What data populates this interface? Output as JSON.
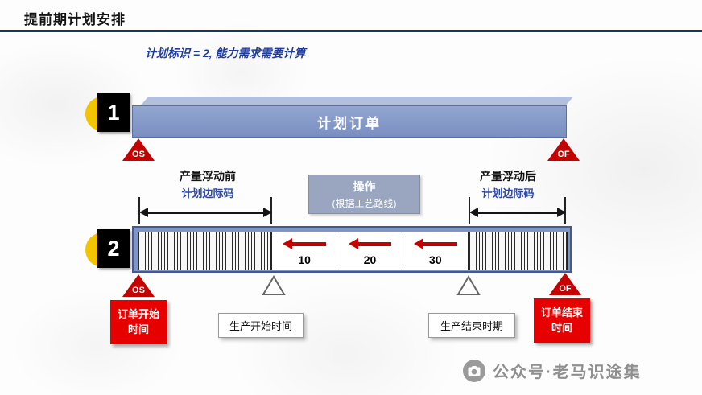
{
  "header": {
    "title": "提前期计划安排"
  },
  "subtitle": {
    "text": "计划标识 = 2, 能力需求需要计算"
  },
  "step1": {
    "number": "1",
    "bar_label": "计划订单",
    "os": "OS",
    "of": "OF"
  },
  "annotations": {
    "left_title": "产量浮动前",
    "left_subtitle": "计划边际码",
    "operation_line1": "操作",
    "operation_line2": "(根据工艺路线)",
    "right_title": "产量浮动后",
    "right_subtitle": "计划边际码"
  },
  "step2": {
    "number": "2",
    "cells": [
      "10",
      "20",
      "30"
    ],
    "os": "OS",
    "of": "OF"
  },
  "bottom_labels": {
    "order_start": "订单开始时间",
    "production_start": "生产开始时间",
    "production_end": "生产结束时期",
    "order_end": "订单结束时间"
  },
  "watermark": {
    "text": "公众号·老马识途集"
  },
  "colors": {
    "header_rule": "#17375e",
    "subtitle_blue": "#1e3c9e",
    "bar_blue": "#8094c6",
    "badge_yellow": "#f2c500",
    "marker_red": "#c40000",
    "label_red": "#e60000",
    "operation_box": "#9aa6bf"
  }
}
